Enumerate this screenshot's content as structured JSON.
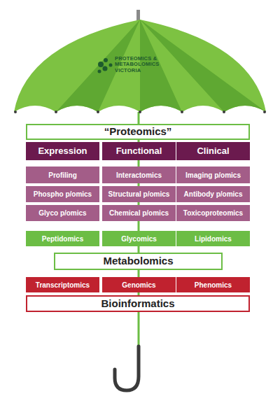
{
  "diagram": {
    "nodes": [
      {
        "text": [
          "PROTEOMICS & METABOLOMICS VICTORIA"
        ]
      },
      {
        "text": [
          "“Proteomics”"
        ]
      },
      {
        "text": [
          "Expression"
        ]
      },
      {
        "text": [
          "Functional"
        ]
      },
      {
        "text": [
          "Clinical"
        ]
      },
      {
        "text": [
          "Profiling"
        ]
      },
      {
        "text": [
          "Interactomics"
        ]
      },
      {
        "text": [
          "Imaging p/omics"
        ]
      },
      {
        "text": [
          "Phospho p/omics"
        ]
      },
      {
        "text": [
          "Structural p/omics"
        ]
      },
      {
        "text": [
          "Antibody p/omics"
        ]
      },
      {
        "text": [
          "Glyco p/omics"
        ]
      },
      {
        "text": [
          "Chemical p/omics"
        ]
      },
      {
        "text": [
          "Toxicoproteomics"
        ]
      },
      {
        "text": [
          "Peptidomics"
        ]
      },
      {
        "text": [
          "Glycomics"
        ]
      },
      {
        "text": [
          "Lipidomics"
        ]
      },
      {
        "text": [
          "Metabolomics"
        ]
      },
      {
        "text": [
          "Transcriptomics"
        ]
      },
      {
        "text": [
          "Genomics"
        ]
      },
      {
        "text": [
          "Phenomics"
        ]
      },
      {
        "text": [
          "Bioinformatics"
        ]
      }
    ]
  }
}
